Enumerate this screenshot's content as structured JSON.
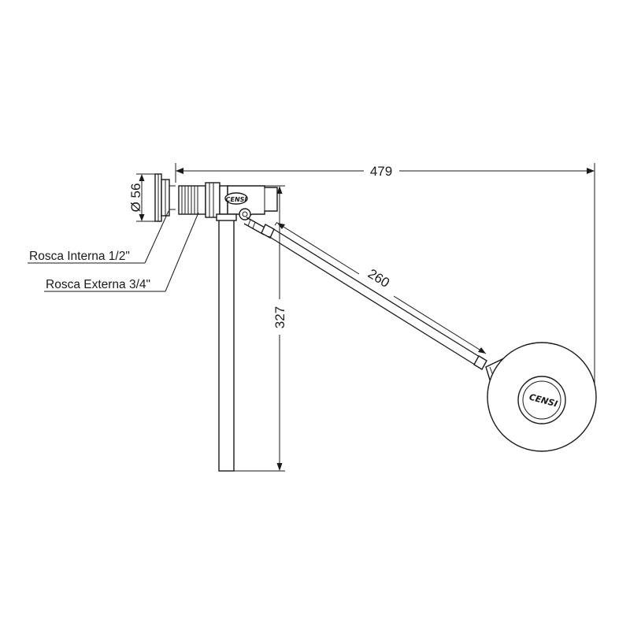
{
  "dimensions": {
    "total_length": "479",
    "arm_length": "260",
    "height": "327",
    "diameter": "Ø 56"
  },
  "callouts": {
    "internal_thread": "Rosca Interna 1/2\"",
    "external_thread": "Rosca Externa 3/4\""
  },
  "brand": {
    "valve_logo": "CENSI",
    "float_logo": "CENSI"
  },
  "colors": {
    "line": "#1a1a1a",
    "background": "#ffffff"
  }
}
